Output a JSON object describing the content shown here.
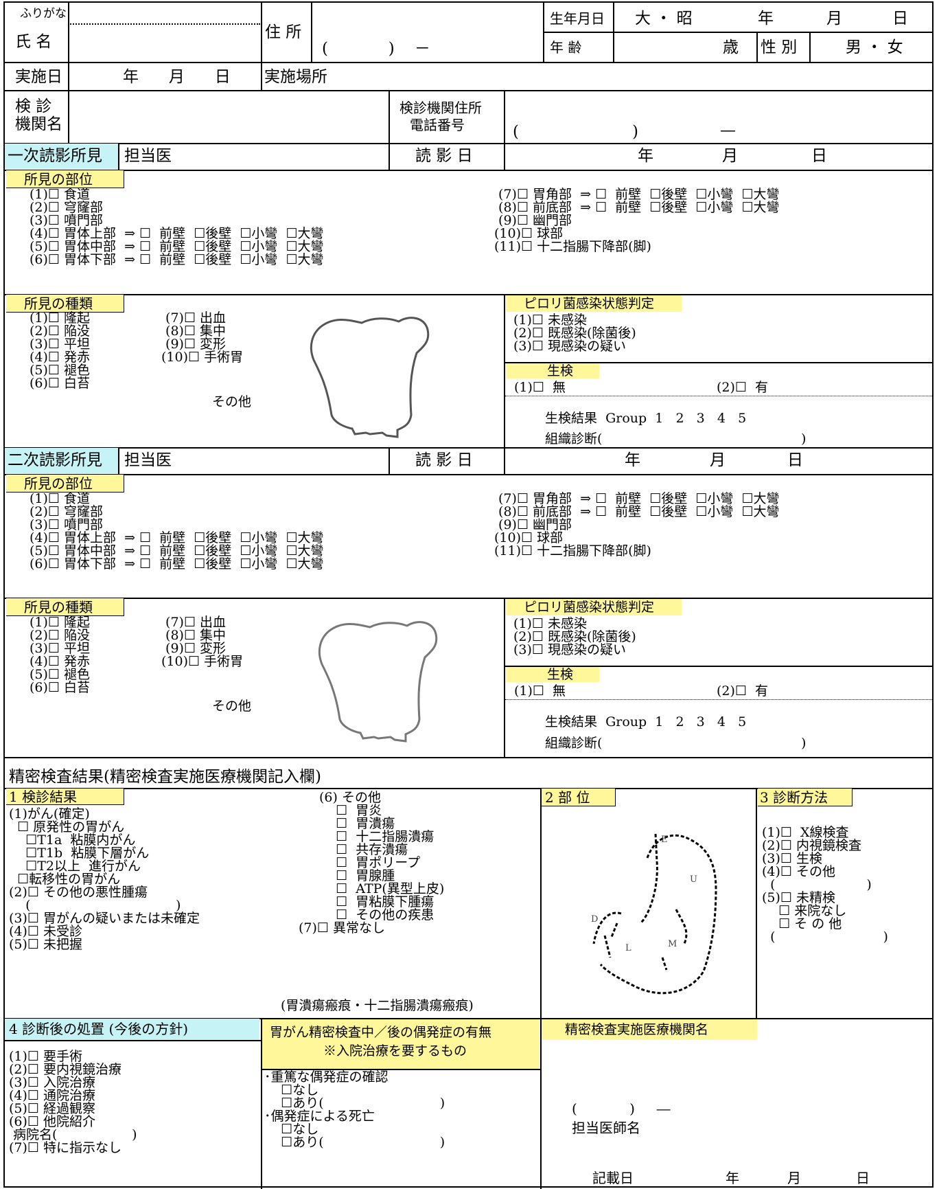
{
  "header": {
    "furigana": "ふりがな",
    "name": "氏 名",
    "address": "住 所",
    "addr_paren": "(            )    －",
    "birth_label": "生年月日",
    "era": "大 ・ 昭",
    "year": "年",
    "month": "月",
    "day": "日",
    "age_label": "年 齢",
    "age_unit": "歳",
    "sex_label": "性 別",
    "sex_value": "男 ・ 女",
    "exam_date_label": "実施日",
    "exam_date_value": "年      月      日",
    "place_label": "実施場所",
    "org_label_1": "検 診",
    "org_label_2": "機関名",
    "org_addr_1": "検診機関住所",
    "org_addr_2": "電話番号",
    "org_paren": "(",
    "org_paren_close": ")",
    "org_dash": "—"
  },
  "reading": [
    {
      "title": "一次読影所見",
      "doctor": "担当医",
      "date_label": "読 影 日",
      "year": "年",
      "month": "月",
      "day": "日"
    },
    {
      "title": "二次読影所見",
      "doctor": "担当医",
      "date_label": "読 影 日",
      "year": "年",
      "month": "月",
      "day": "日"
    }
  ],
  "site": {
    "label": "所見の部位",
    "left": [
      "(1)☐ 食道",
      "(2)☐ 穹窿部",
      "(3)☐ 噴門部",
      "(4)☐ 胃体上部  ⇒ ☐  前壁  ☐後壁  ☐小彎  ☐大彎",
      "(5)☐ 胃体中部  ⇒ ☐  前壁  ☐後壁  ☐小彎  ☐大彎",
      "(6)☐ 胃体下部  ⇒ ☐  前壁  ☐後壁  ☐小彎  ☐大彎"
    ],
    "right": [
      " (7)☐ 胃角部  ⇒ ☐  前壁  ☐後壁  ☐小彎  ☐大彎",
      " (8)☐ 前底部  ⇒ ☐  前壁  ☐後壁  ☐小彎  ☐大彎",
      " (9)☐ 幽門部",
      "(10)☐ 球部",
      "(11)☐ 十二指腸下降部(脚)"
    ]
  },
  "kind": {
    "label": "所見の種類",
    "col1": [
      "(1)☐ 隆起",
      "(2)☐ 陥没",
      "(3)☐ 平坦",
      "(4)☐ 発赤",
      "(5)☐ 褪色",
      "(6)☐ 白苔"
    ],
    "col2": [
      " (7)☐ 出血",
      " (8)☐ 集中",
      " (9)☐ 変形",
      "(10)☐ 手術胃"
    ],
    "other": "その他"
  },
  "pylori": {
    "label": "ピロリ菌感染状態判定",
    "items": [
      "(1)☐ 未感染",
      "(2)☐ 既感染(除菌後)",
      "(3)☐ 現感染の疑い"
    ]
  },
  "biopsy": {
    "label": "生検",
    "none": "(1)☐  無",
    "yes": "(2)☐  有",
    "result": "生検結果  Group  1   2   3   4   5",
    "pathology": "組織診断(",
    "pathology_close": ")"
  },
  "detail": {
    "title": "精密検査結果(精密検査実施医療機関記入欄)",
    "result_label": "1 検診結果",
    "result_left": [
      "(1)がん(確定)",
      "  ☐ 原発性の胃がん",
      "    ☐T1a  粘膜内がん",
      "    ☐T1b  粘膜下層がん",
      "    ☐T2以上  進行がん",
      "  ☐転移性の胃がん",
      "",
      "(2)☐ その他の悪性腫瘍",
      "    (                                   )",
      "(3)☐ 胃がんの疑いまたは未確定",
      "(4)☐ 未受診",
      "(5)☐ 未把握"
    ],
    "result_right": [
      "(6) その他",
      "    ☐  胃炎",
      "    ☐  胃潰瘍",
      "    ☐  十二指腸潰瘍",
      "    ☐  共存潰瘍",
      "    ☐  胃ポリープ",
      "    ☐  胃腺腫",
      "",
      "    ☐  ATP(異型上皮)",
      "    ☐  胃粘膜下腫瘍",
      "    ☐  その他の疾患",
      "(7)☐ 異常なし"
    ],
    "result_note": "(胃潰瘍瘢痕・十二指腸潰瘍瘢痕)",
    "site_label": "2 部 位",
    "stomach_letters": {
      "E": "E",
      "U": "U",
      "D": "D",
      "L": "L",
      "M": "M"
    },
    "method_label": "3 診断方法",
    "methods": [
      "(1)☐  X線検査",
      "(2)☐ 内視鏡検査",
      "(3)☐ 生検",
      "(4)☐ その他",
      "  (                      )",
      "",
      "(5)☐ 未精検",
      "    ☐ 来院なし",
      "    ☐ そ の 他",
      "  (                          )"
    ]
  },
  "treatment": {
    "label": "4 診断後の処置 (今後の方針)",
    "items": [
      "(1)☐ 要手術",
      "(2)☐ 要内視鏡治療",
      "(3)☐ 入院治療",
      "(4)☐ 通院治療",
      "(5)☐ 経過観察",
      "(6)☐ 他院紹介",
      " 病院名(                  )",
      "(7)☐ 特に指示なし"
    ]
  },
  "complication": {
    "label_1": "胃がん精密検査中／後の偶発症の有無",
    "label_2": "※入院治療を要するもの",
    "items": [
      "･重篤な偶発症の確認",
      "    ☐なし",
      "    ☐あり(                            )",
      "･偶発症による死亡",
      "    ☐なし",
      "    ☐あり(                            )"
    ]
  },
  "institution": {
    "label": "精密検査実施医療機関名",
    "tel": "(            )     ―",
    "doctor": "担当医師名",
    "date": "記載日",
    "year": "年",
    "month": "月",
    "day": "日"
  }
}
